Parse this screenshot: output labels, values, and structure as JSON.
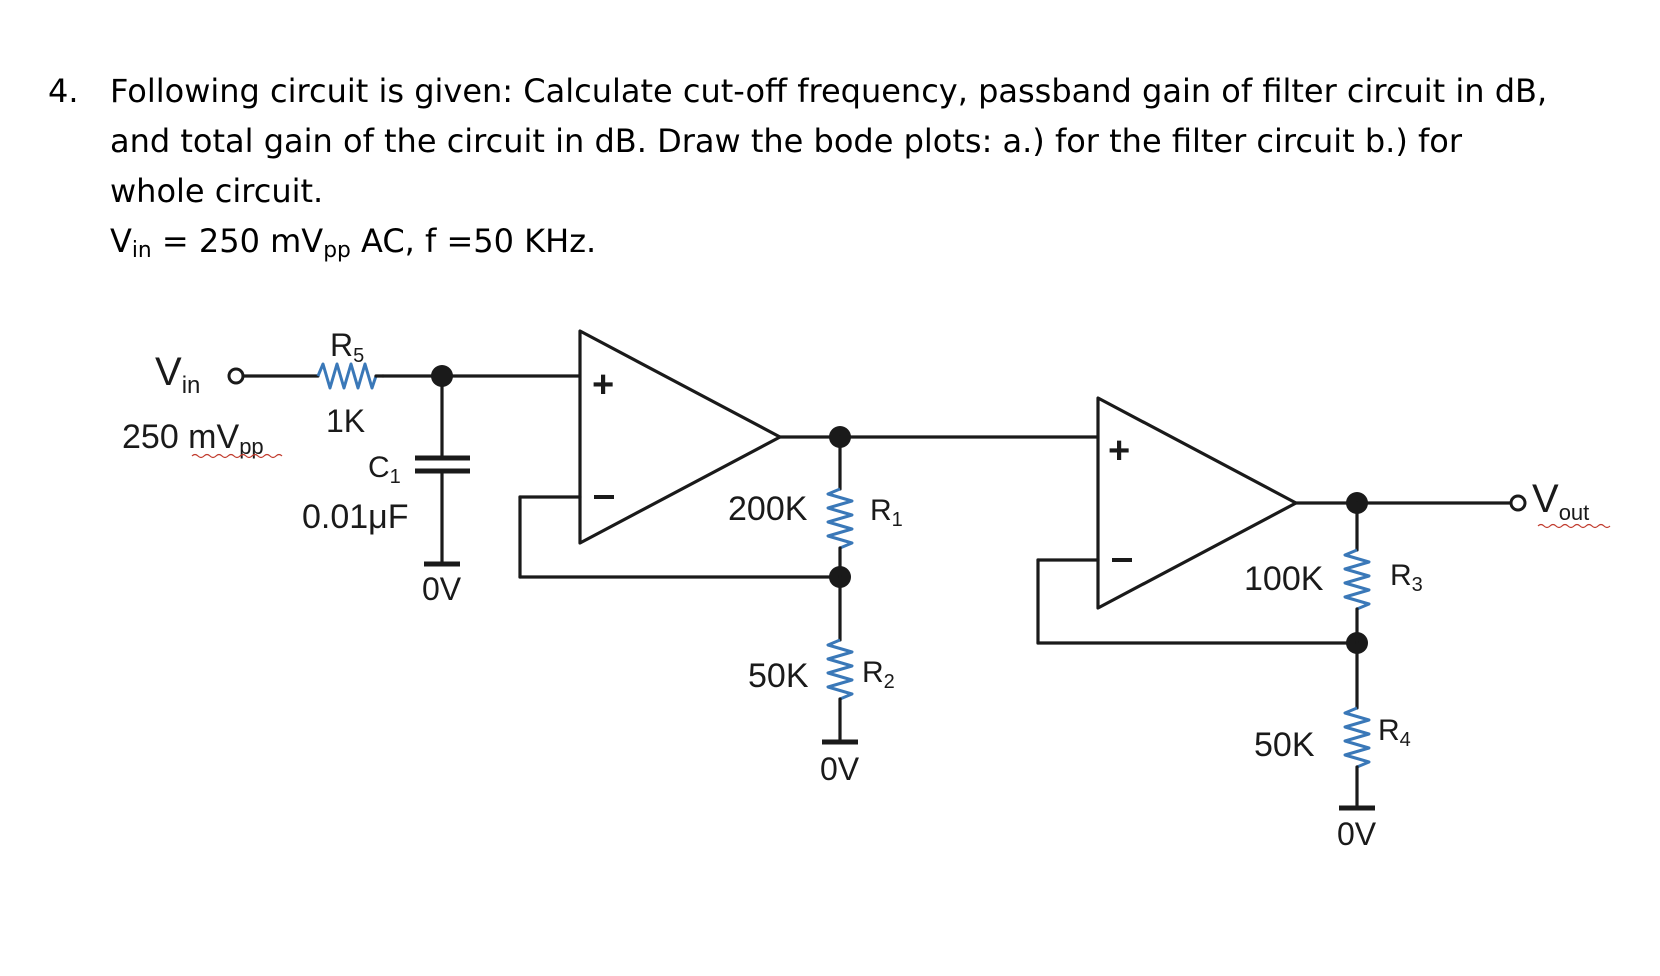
{
  "question": {
    "number": "4.",
    "line1": "Following circuit is given: Calculate cut-off frequency, passband gain of filter circuit in dB,",
    "line2": "and total gain of the circuit in dB. Draw the bode plots: a.) for the filter circuit b.) for",
    "line3": "whole circuit.",
    "vin_symbol": "V",
    "vin_sub": "in",
    "vin_mid": " = 250 mV",
    "vin_pp": "pp",
    "vin_rest": " AC, f =50 KHz."
  },
  "circuit": {
    "input": {
      "symbol": "V",
      "sub": "in",
      "amp_value": "250 mV",
      "amp_sub": "pp"
    },
    "output": {
      "symbol": "V",
      "sub": "out"
    },
    "R5": {
      "name": "R",
      "sub": "5",
      "value": "1K"
    },
    "C1": {
      "name": "C",
      "sub": "1",
      "value": "0.01μF"
    },
    "R1": {
      "name": "R",
      "sub": "1",
      "value": "200K"
    },
    "R2": {
      "name": "R",
      "sub": "2",
      "value": "50K"
    },
    "R3": {
      "name": "R",
      "sub": "3",
      "value": "100K"
    },
    "R4": {
      "name": "R",
      "sub": "4",
      "value": "50K"
    },
    "ground_label": "0V",
    "plus_sign": "+",
    "minus_sign": "–"
  }
}
